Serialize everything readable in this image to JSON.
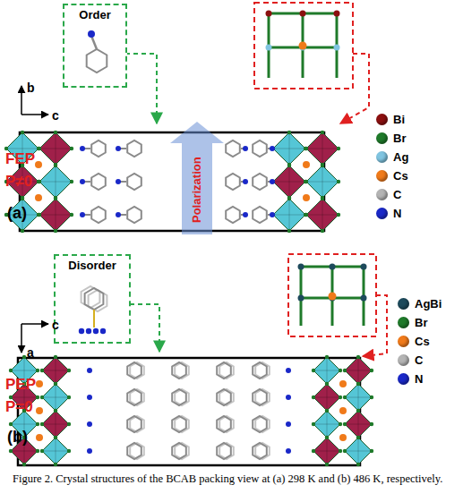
{
  "diagram": {
    "caption": "Figure 2. Crystal structures of the BCAB packing view at (a) 298 K and (b) 486 K, respectively.",
    "nodes": [
      {
        "text": [
          "Order"
        ]
      },
      {
        "text": [
          "Disorder"
        ]
      }
    ],
    "labels": [
      "b",
      "c",
      "FEP",
      "P≠0",
      "(a)",
      "Polarization",
      "c",
      "a",
      "PEP",
      "P=0",
      "(b)"
    ],
    "legend": [
      {
        "text": "Bi",
        "color": "#8b1010"
      },
      {
        "text": "Br",
        "color": "#1f7a2a"
      },
      {
        "text": "Ag",
        "color": "#7fc4e0"
      },
      {
        "text": "Cs",
        "color": "#f07a1a"
      },
      {
        "text": "C",
        "color": "#b4b4b4"
      },
      {
        "text": "N",
        "color": "#1a28c8"
      },
      {
        "text": "AgBi",
        "color": "#1d4a5c"
      },
      {
        "text": "Br",
        "color": "#1f7a2a"
      },
      {
        "text": "Cs",
        "color": "#f07a1a"
      },
      {
        "text": "C",
        "color": "#b4b4b4"
      },
      {
        "text": "N",
        "color": "#1a28c8"
      }
    ]
  }
}
